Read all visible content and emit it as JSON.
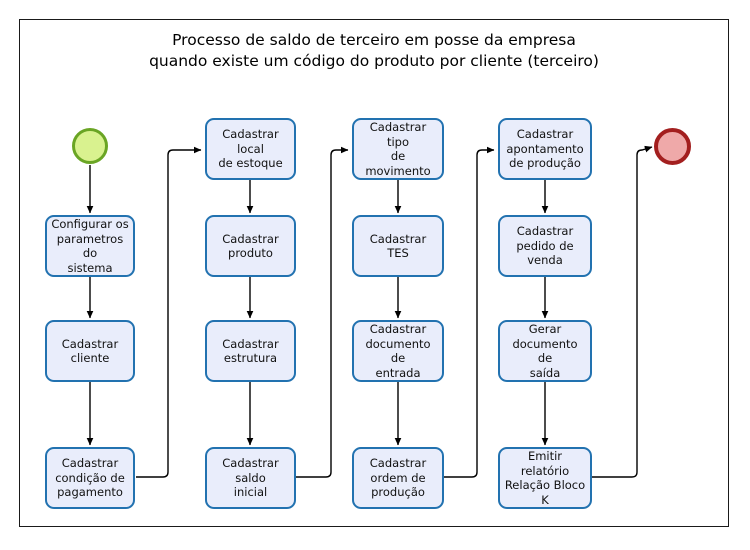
{
  "diagram": {
    "title_line1": "Processo de saldo de terceiro em posse da empresa",
    "title_line2": "quando existe um código do produto por cliente (terceiro)",
    "colors": {
      "node_fill": "#e9edfb",
      "node_border": "#2272b0",
      "start_fill": "#d9f28f",
      "start_border": "#6aa524",
      "end_fill": "#efa9a9",
      "end_border": "#a31f1f",
      "edge": "#000000",
      "frame": "#1a1a1a"
    },
    "start_label": "start-event",
    "end_label": "end-event",
    "columns": [
      {
        "id": "column-1",
        "nodes": [
          {
            "id": "configurar-parametros",
            "lines": [
              "Configurar os",
              "parametros do",
              "sistema"
            ]
          },
          {
            "id": "cadastrar-cliente",
            "lines": [
              "Cadastrar",
              "cliente"
            ]
          },
          {
            "id": "cadastrar-condicao-pagamento",
            "lines": [
              "Cadastrar",
              "condição de",
              "pagamento"
            ]
          }
        ]
      },
      {
        "id": "column-2",
        "nodes": [
          {
            "id": "cadastrar-local-estoque",
            "lines": [
              "Cadastrar local",
              "de estoque"
            ]
          },
          {
            "id": "cadastrar-produto",
            "lines": [
              "Cadastrar",
              "produto"
            ]
          },
          {
            "id": "cadastrar-estrutura",
            "lines": [
              "Cadastrar",
              "estrutura"
            ]
          },
          {
            "id": "cadastrar-saldo-inicial",
            "lines": [
              "Cadastrar saldo",
              "inicial"
            ]
          }
        ]
      },
      {
        "id": "column-3",
        "nodes": [
          {
            "id": "cadastrar-tipo-movimento",
            "lines": [
              "Cadastrar tipo",
              "de movimento"
            ]
          },
          {
            "id": "cadastrar-tes",
            "lines": [
              "Cadastrar TES"
            ]
          },
          {
            "id": "cadastrar-documento-entrada",
            "lines": [
              "Cadastrar",
              "documento de",
              "entrada"
            ]
          },
          {
            "id": "cadastrar-ordem-producao",
            "lines": [
              "Cadastrar",
              "ordem de",
              "produção"
            ]
          }
        ]
      },
      {
        "id": "column-4",
        "nodes": [
          {
            "id": "cadastrar-apontamento-producao",
            "lines": [
              "Cadastrar",
              "apontamento",
              "de produção"
            ]
          },
          {
            "id": "cadastrar-pedido-venda",
            "lines": [
              "Cadastrar",
              "pedido de",
              "venda"
            ]
          },
          {
            "id": "gerar-documento-saida",
            "lines": [
              "Gerar",
              "documento de",
              "saída"
            ]
          },
          {
            "id": "emitir-relatorio-bloco-k",
            "lines": [
              "Emitir relatório",
              "Relação Bloco",
              "K"
            ]
          }
        ]
      }
    ]
  }
}
